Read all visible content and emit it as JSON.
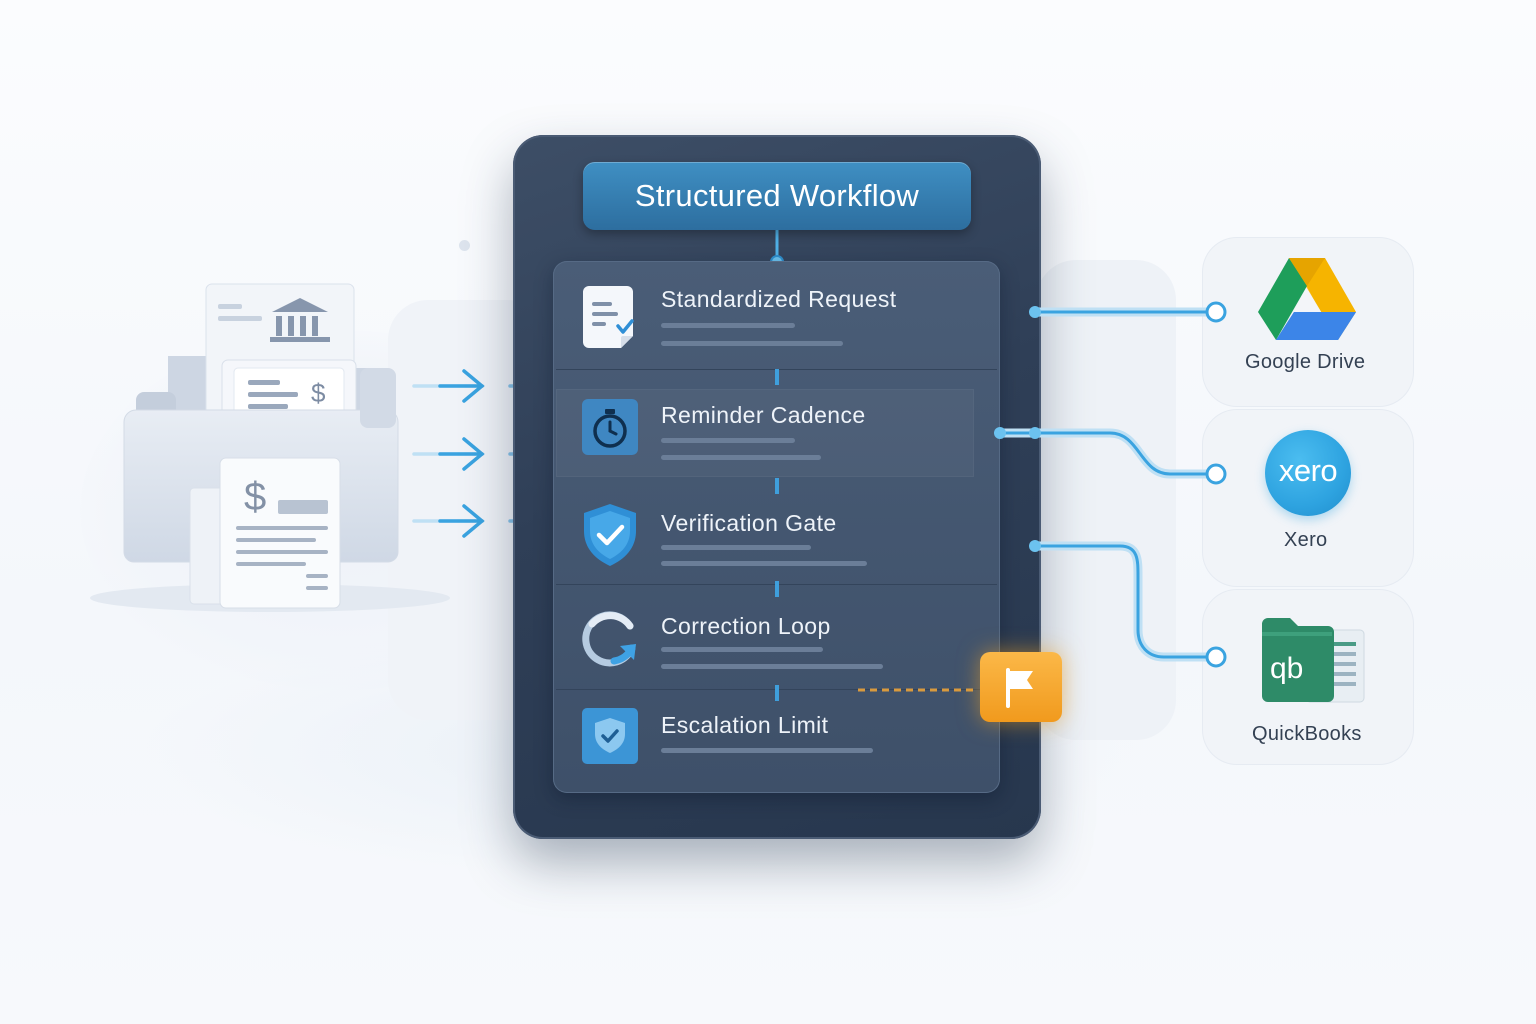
{
  "workflow": {
    "title": "Structured Workflow",
    "steps": [
      {
        "label": "Standardized Request",
        "icon": "document-check-icon"
      },
      {
        "label": "Reminder Cadence",
        "icon": "stopwatch-icon"
      },
      {
        "label": "Verification Gate",
        "icon": "shield-check-icon"
      },
      {
        "label": "Correction Loop",
        "icon": "refresh-icon"
      },
      {
        "label": "Escalation Limit",
        "icon": "shield-check-small-icon"
      }
    ],
    "escalation_marker": "flag-icon"
  },
  "sources": {
    "icons": [
      "folder-icon",
      "bank-document-icon",
      "dollar-document-icon",
      "invoice-document-icon"
    ]
  },
  "integrations": [
    {
      "name": "Google Drive",
      "icon": "google-drive-icon"
    },
    {
      "name": "Xero",
      "icon": "xero-logo-icon",
      "logo_text": "xero"
    },
    {
      "name": "QuickBooks",
      "icon": "quickbooks-logo-icon",
      "logo_text": "qb"
    }
  ],
  "colors": {
    "panel": "#2f3f57",
    "accent_blue": "#3a9ad9",
    "connector": "#4fb0e6",
    "flag_orange": "#f5a623",
    "xero_blue": "#2ea3e0",
    "quickbooks_green": "#2e8b68"
  }
}
